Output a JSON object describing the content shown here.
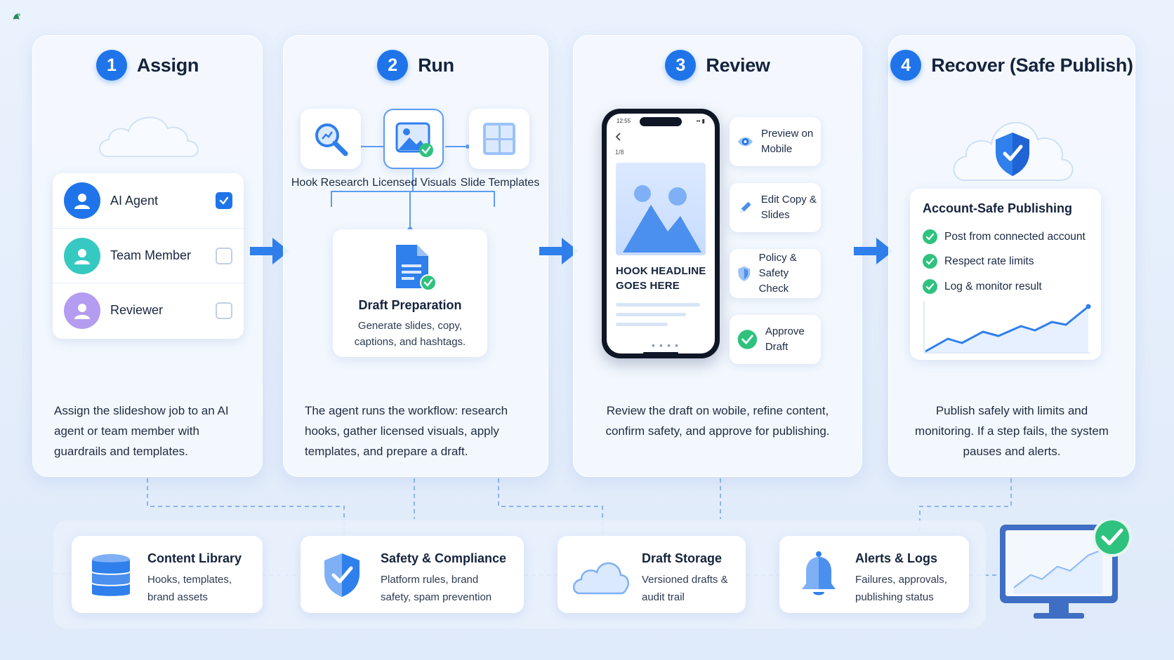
{
  "colors": {
    "accent": "#1f74ea",
    "success": "#2ec27e",
    "card": "#ffffff",
    "background": "#e6effc"
  },
  "stages": [
    {
      "number": "1",
      "title": "Assign",
      "description": "Assign the slideshow job to an AI agent or team member with guardrails and templates.",
      "roles": [
        {
          "label": "AI Agent",
          "checked": true
        },
        {
          "label": "Team Member",
          "checked": false
        },
        {
          "label": "Reviewer",
          "checked": false
        }
      ]
    },
    {
      "number": "2",
      "title": "Run",
      "description": "The agent runs the workflow: research hooks, gather licensed visuals, apply templates, and prepare a draft.",
      "tools": [
        {
          "label": "Hook Research",
          "icon": "search-icon"
        },
        {
          "label": "Licensed Visuals",
          "icon": "image-icon"
        },
        {
          "label": "Slide Templates",
          "icon": "template-grid-icon"
        }
      ],
      "draft": {
        "title": "Draft Preparation",
        "description": "Generate slides, copy, captions, and hashtags."
      }
    },
    {
      "number": "3",
      "title": "Review",
      "description": "Review the draft on wobile, refine content, confirm safety, and approve for publishing.",
      "phone": {
        "time": "12:55",
        "page": "1/8",
        "headline": "HOOK HEADLINE GOES HERE"
      },
      "checks": [
        {
          "label": "Preview on Mobile",
          "icon": "eye-icon"
        },
        {
          "label": "Edit Copy & Slides",
          "icon": "pencil-icon"
        },
        {
          "label": "Policy & Safety Check",
          "icon": "shield-icon"
        },
        {
          "label": "Approve Draft",
          "icon": "check-circle-icon"
        }
      ]
    },
    {
      "number": "4",
      "title": "Recover (Safe Publish)",
      "description": "Publish safely with limits and monitoring. If a step fails, the system pauses and alerts.",
      "panel_title": "Account-Safe Publishing",
      "items": [
        "Post from connected account",
        "Respect rate limits",
        "Log & monitor result"
      ]
    }
  ],
  "infrastructure": [
    {
      "title": "Content Library",
      "description": "Hooks, templates, brand assets",
      "icon": "database-icon"
    },
    {
      "title": "Safety & Compliance",
      "description": "Platform rules, brand safety, spam prevention",
      "icon": "shield-icon"
    },
    {
      "title": "Draft Storage",
      "description": "Versioned drafts & audit trail",
      "icon": "cloud-icon"
    },
    {
      "title": "Alerts & Logs",
      "description": "Failures, approvals, publishing status",
      "icon": "bell-icon"
    }
  ]
}
